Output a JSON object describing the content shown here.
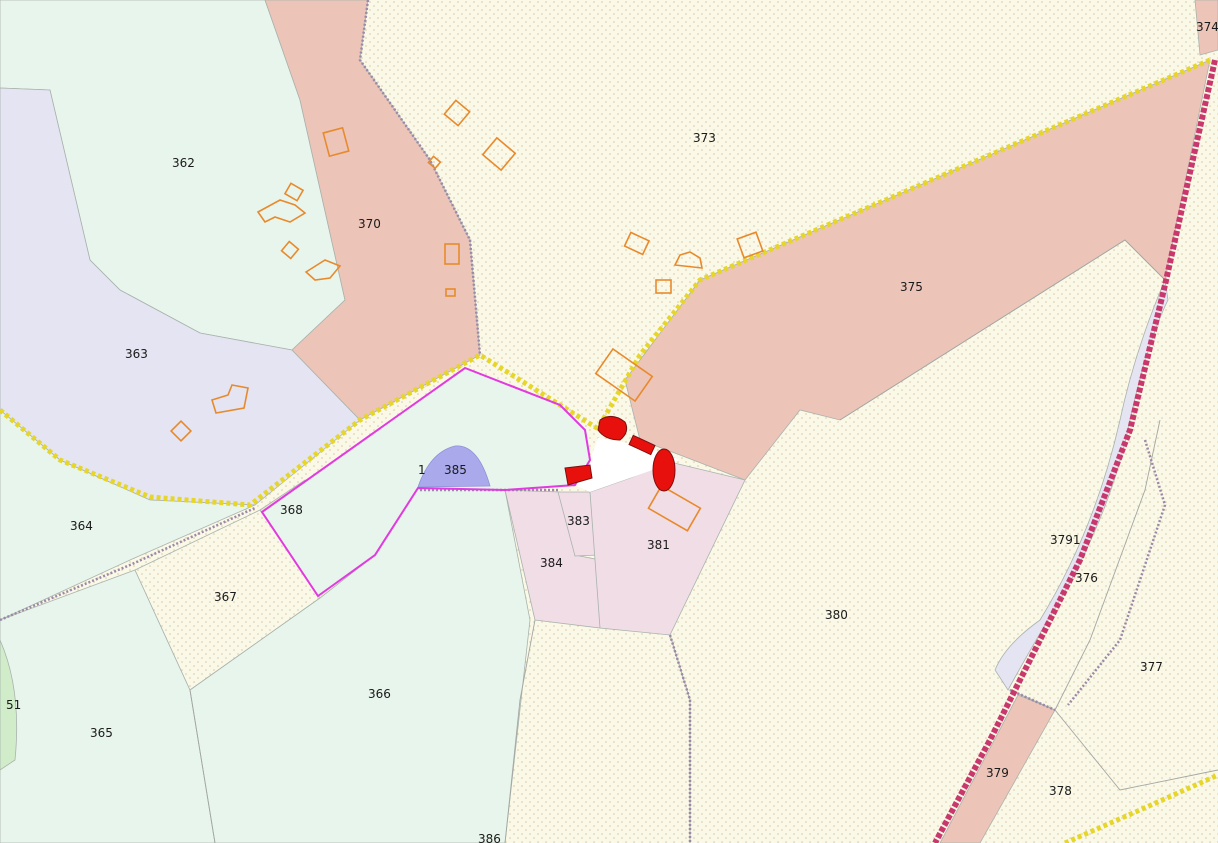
{
  "map": {
    "parcels": [
      {
        "id": "p362",
        "label": "362"
      },
      {
        "id": "p363",
        "label": "363"
      },
      {
        "id": "p364",
        "label": "364"
      },
      {
        "id": "p365",
        "label": "365"
      },
      {
        "id": "p366",
        "label": "366"
      },
      {
        "id": "p367",
        "label": "367"
      },
      {
        "id": "p368",
        "label": "368"
      },
      {
        "id": "p370",
        "label": "370"
      },
      {
        "id": "p373",
        "label": "373"
      },
      {
        "id": "p374",
        "label": "374"
      },
      {
        "id": "p375",
        "label": "375"
      },
      {
        "id": "p376",
        "label": "376"
      },
      {
        "id": "p377",
        "label": "377"
      },
      {
        "id": "p378",
        "label": "378"
      },
      {
        "id": "p379",
        "label": "379"
      },
      {
        "id": "p3791",
        "label": "3791"
      },
      {
        "id": "p380",
        "label": "380"
      },
      {
        "id": "p381",
        "label": "381"
      },
      {
        "id": "p383",
        "label": "383"
      },
      {
        "id": "p384",
        "label": "384"
      },
      {
        "id": "p385",
        "label": "385"
      },
      {
        "id": "p386",
        "label": "386"
      },
      {
        "id": "p51",
        "label": "51"
      },
      {
        "id": "p1",
        "label": "1"
      }
    ],
    "colors": {
      "light_green": "#e8f5ec",
      "lavender": "#e4e4f2",
      "salmon": "#ecc4b8",
      "dotted_cream": "#faf8e6",
      "pink_light": "#f0dde6",
      "beige": "#ede2d4",
      "blue_pond": "#a9a9ec",
      "selected_outline": "#e03ae0",
      "building_outline": "#e88a2c",
      "red_feature": "#e8100c",
      "yellow_dashed": "#e6d629",
      "magenta_road": "#c8386c"
    }
  }
}
